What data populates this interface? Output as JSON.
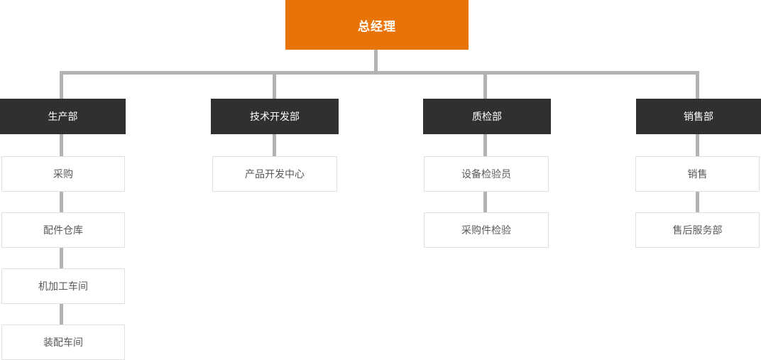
{
  "org_chart": {
    "type": "org-chart",
    "root": {
      "label": "总经理"
    },
    "departments": [
      {
        "label": "生产部",
        "children": [
          "采购",
          "配件仓库",
          "机加工车间",
          "装配车间"
        ]
      },
      {
        "label": "技术开发部",
        "children": [
          "产品开发中心"
        ]
      },
      {
        "label": "质检部",
        "children": [
          "设备检验员",
          "采购件检验"
        ]
      },
      {
        "label": "销售部",
        "children": [
          "销售",
          "售后服务部"
        ]
      }
    ],
    "colors": {
      "root_bg": "#e87408",
      "dept_bg": "#303030",
      "connector": "#b3b3b3",
      "node_border": "#e0e0e0",
      "node_text": "#595959"
    }
  }
}
